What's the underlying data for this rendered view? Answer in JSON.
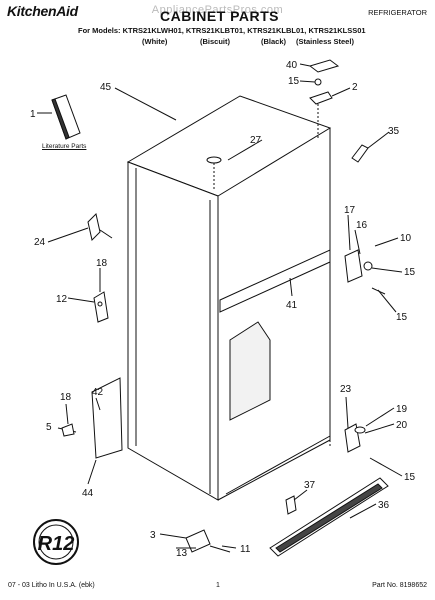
{
  "header": {
    "brand": "KitchenAid",
    "watermark": "AppliancePartsPros.com",
    "title": "CABINET PARTS",
    "appliance": "REFRIGERATOR",
    "models_line": "For Models: KTRS21KLWH01, KTRS21KLBT01, KTRS21KLBL01, KTRS21KLSS01",
    "colors": [
      "(White)",
      "(Biscuit)",
      "(Black)",
      "(Stainless Steel)"
    ]
  },
  "diagram": {
    "literature_label": "Literature Parts",
    "badge": "R12",
    "callouts": [
      "1",
      "45",
      "27",
      "40",
      "15",
      "2",
      "35",
      "17",
      "16",
      "10",
      "15",
      "15",
      "24",
      "18",
      "12",
      "41",
      "23",
      "19",
      "20",
      "15",
      "18",
      "42",
      "5",
      "44",
      "37",
      "36",
      "3",
      "13",
      "11"
    ]
  },
  "footer": {
    "left": "07 - 03 Litho In U.S.A. (ebk)",
    "center": "1",
    "right": "Part No. 8198652"
  }
}
